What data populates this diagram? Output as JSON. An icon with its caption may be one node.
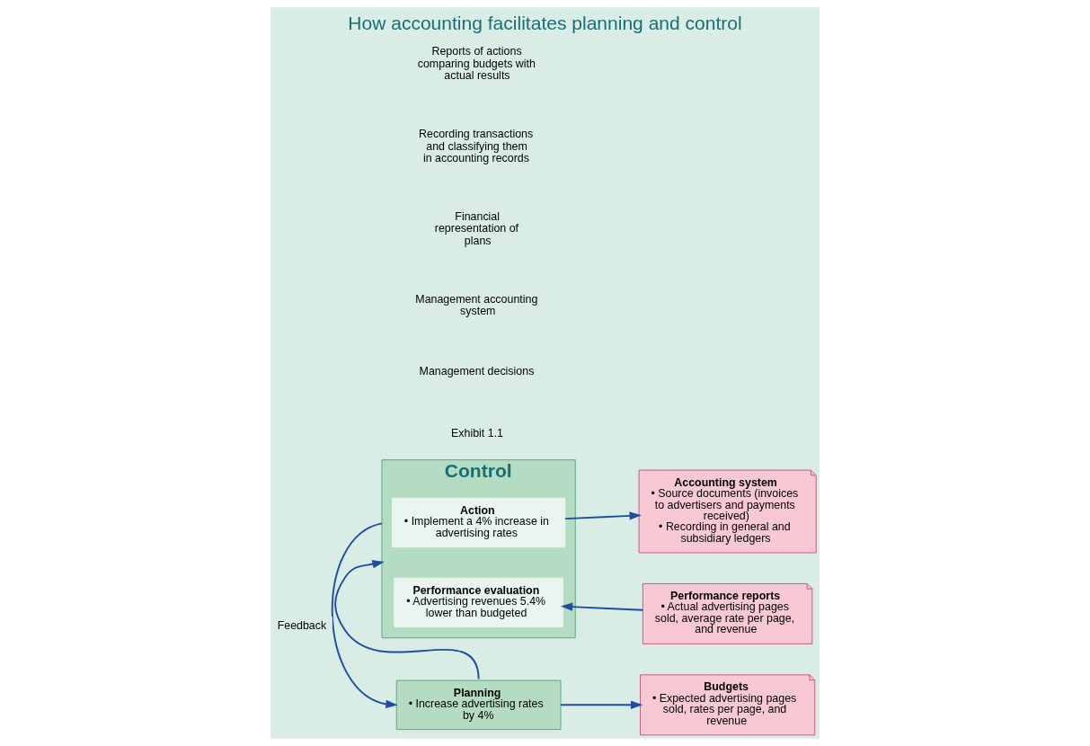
{
  "diagram": {
    "title": "How accounting facilitates planning and control",
    "nodes": [
      {
        "text": [
          "Planning",
          "• Increase advertising rates by 4%"
        ]
      },
      {
        "text": [
          "Control"
        ]
      },
      {
        "text": [
          "Action",
          "• Implement a 4% increase in advertising rates"
        ],
        "in": 1
      },
      {
        "text": [
          "Performance evaluation",
          "• Advertising revenues 5.4% lower than budgeted"
        ],
        "in": 1
      },
      {
        "text": [
          "Budgets",
          "• Expected advertising pages sold, rates per page, and revenue"
        ]
      },
      {
        "text": [
          "Accounting system",
          "• Source documents (invoices to advertisers and payments received)",
          "• Recording in general and subsidiary ledgers"
        ]
      },
      {
        "text": [
          "Performance reports",
          "• Actual advertising pages sold, average rate per page, and revenue"
        ]
      }
    ],
    "edges": [
      {
        "from": 0,
        "to": 4,
        "arrow": "to"
      },
      {
        "from": 0,
        "to": 1,
        "arrow": "to"
      },
      {
        "from": 2,
        "to": 5,
        "arrow": "to"
      },
      {
        "from": 6,
        "to": 3,
        "arrow": "to"
      },
      {
        "from": 1,
        "to": 0,
        "arrow": "to",
        "label": "Feedback"
      }
    ],
    "labels": [
      "Exhibit 1.1",
      "Management decisions",
      "Management accounting system",
      "Financial representation of plans",
      "Recording transactions and classifying them in accounting records",
      "Reports of actions comparing budgets with actual results"
    ]
  }
}
